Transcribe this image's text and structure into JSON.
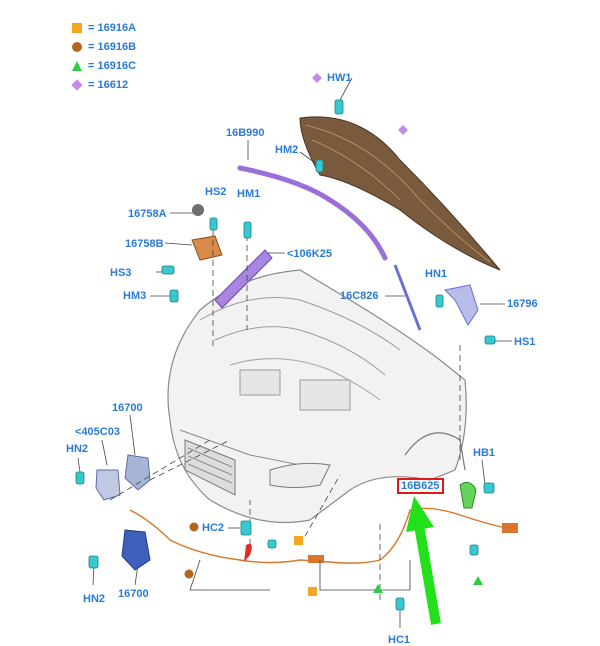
{
  "legend": [
    {
      "shape": "square",
      "color": "#f5a623",
      "label": "= 16916A"
    },
    {
      "shape": "circle",
      "color": "#b5651d",
      "label": "= 16916B"
    },
    {
      "shape": "triangle",
      "color": "#2ecc40",
      "label": "= 16916C"
    },
    {
      "shape": "diamond",
      "color": "#c58be8",
      "label": "= 16612"
    }
  ],
  "labels": {
    "hw1": "HW1",
    "b16B990": "16B990",
    "hm2": "HM2",
    "hs2": "HS2",
    "hm1": "HM1",
    "a16758A": "16758A",
    "b16758B": "16758B",
    "k106K25": "<106K25",
    "hs3": "HS3",
    "hm3": "HM3",
    "c16C826": "16C826",
    "hn1": "HN1",
    "p16796": "16796",
    "hs1": "HS1",
    "p16700_top": "16700",
    "c405C03": "<405C03",
    "hn2_top": "HN2",
    "hb1": "HB1",
    "b16B625": "16B625",
    "hc2": "HC2",
    "hn2_bottom": "HN2",
    "p16700_bottom": "16700",
    "hc1": "HC1"
  },
  "colors": {
    "label_blue": "#2b7bd6",
    "highlight_red": "#e01a1a",
    "arrow_green": "#22e01a",
    "hood_brown": "#7a5a3c",
    "strut_purple": "#9b6fd8",
    "cable_orange": "#d9762b",
    "clip_teal": "#37c8d0"
  }
}
